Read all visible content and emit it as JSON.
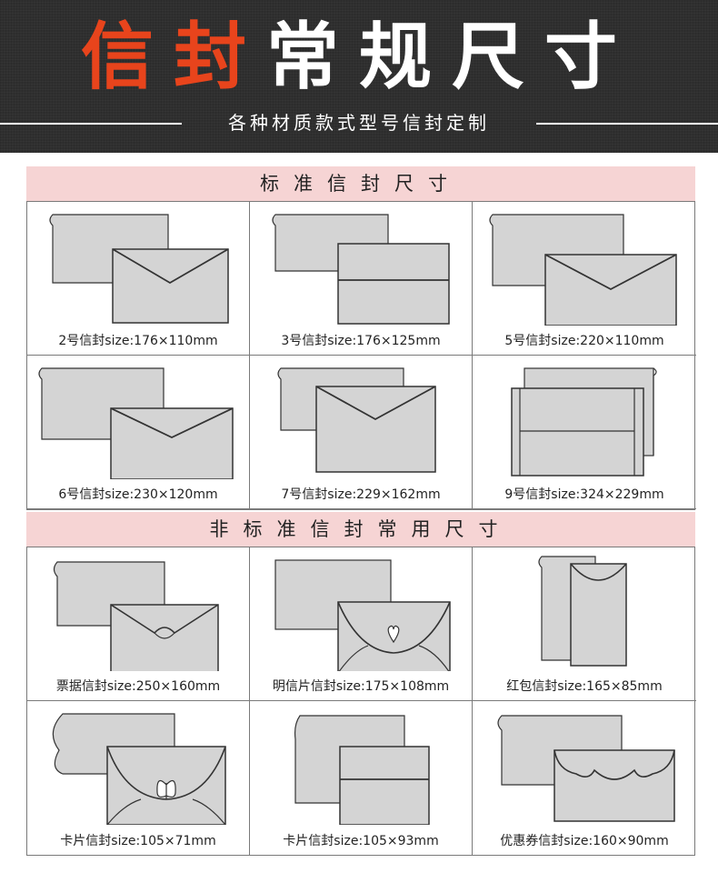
{
  "banner": {
    "title_accent": "信封",
    "title_main": "常规尺寸",
    "subtitle": "各种材质款式型号信封定制"
  },
  "standard": {
    "heading": "标准信封尺寸",
    "items": [
      {
        "label": "2号信封size:176×110mm",
        "shape": "standard-envelope"
      },
      {
        "label": "3号信封size:176×125mm",
        "shape": "straight-flap-envelope"
      },
      {
        "label": "5号信封size:220×110mm",
        "shape": "standard-envelope"
      },
      {
        "label": "6号信封size:230×120mm",
        "shape": "standard-envelope"
      },
      {
        "label": "7号信封size:229×162mm",
        "shape": "standard-envelope"
      },
      {
        "label": "9号信封size:324×229mm",
        "shape": "large-envelope"
      }
    ]
  },
  "nonstandard": {
    "heading": "非标准信封常用尺寸",
    "items": [
      {
        "label": "票据信封size:250×160mm",
        "shape": "ticket-envelope"
      },
      {
        "label": "明信片信封size:175×108mm",
        "shape": "heart-envelope"
      },
      {
        "label": "红包信封size:165×85mm",
        "shape": "red-packet-envelope"
      },
      {
        "label": "卡片信封size:105×71mm",
        "shape": "butterfly-envelope"
      },
      {
        "label": "卡片信封size:105×93mm",
        "shape": "card-envelope"
      },
      {
        "label": "优惠券信封size:160×90mm",
        "shape": "coupon-envelope"
      }
    ]
  },
  "colors": {
    "accent": "#e8441c",
    "banner_bg": "#2f2f2f",
    "section_header_bg": "#f6d4d4",
    "envelope_fill": "#d4d4d4"
  }
}
